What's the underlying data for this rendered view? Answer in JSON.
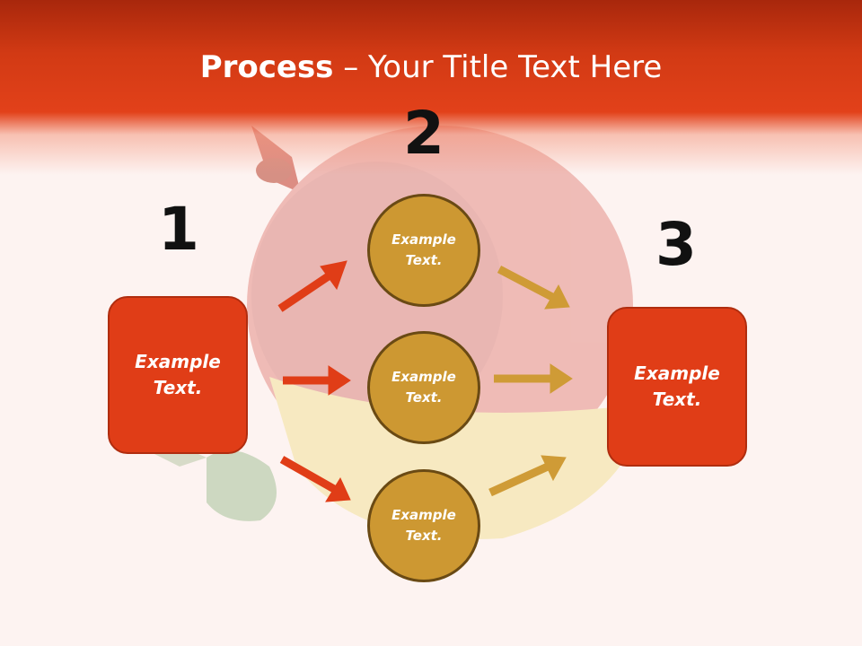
{
  "title": {
    "bold": "Process",
    "rest": " – Your Title Text Here"
  },
  "numbers": [
    "1",
    "2",
    "3"
  ],
  "left_box": {
    "text": "Example Text."
  },
  "right_box": {
    "text": "Example Text."
  },
  "circles": [
    {
      "text": "Example Text."
    },
    {
      "text": "Example Text."
    },
    {
      "text": "Example Text."
    }
  ],
  "colors": {
    "box": "#e03d17",
    "circle": "#cd9832",
    "arrow_red": "#e03d17",
    "arrow_gold": "#cf9b36"
  }
}
